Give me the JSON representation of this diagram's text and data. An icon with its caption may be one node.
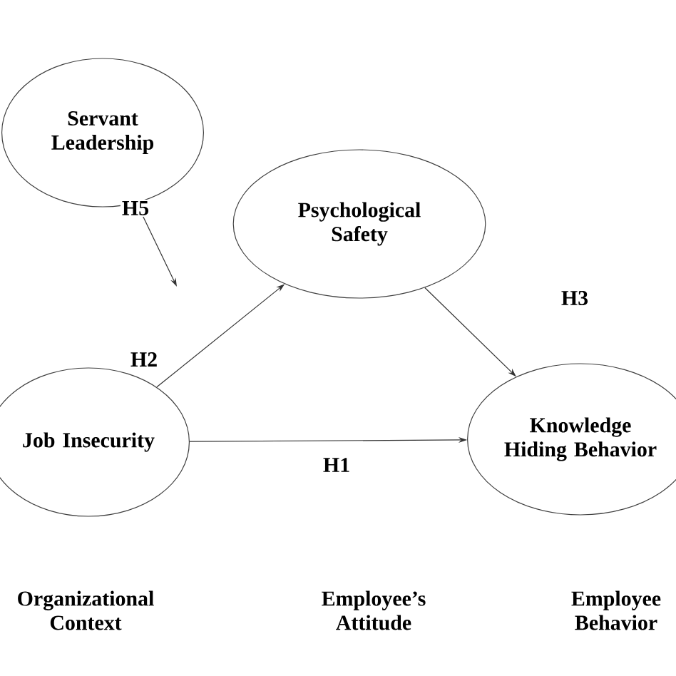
{
  "diagram": {
    "nodes": [
      {
        "text": [
          "Servant Leadership"
        ]
      },
      {
        "text": [
          "Psychological Safety"
        ]
      },
      {
        "text": [
          "Job Insecurity"
        ]
      },
      {
        "text": [
          "Knowledge Hiding Behavior"
        ]
      }
    ],
    "edges": [
      {
        "from": 0,
        "to": null,
        "arrow": "to",
        "label": "H5"
      },
      {
        "from": 2,
        "to": 1,
        "arrow": "to",
        "label": "H2"
      },
      {
        "from": 1,
        "to": 3,
        "arrow": "to",
        "label": "H3"
      },
      {
        "from": 2,
        "to": 3,
        "arrow": "to",
        "label": "H1"
      }
    ],
    "labels": [
      "Organizational Context",
      "Employee’s Attitude",
      "Employee Behavior"
    ]
  }
}
